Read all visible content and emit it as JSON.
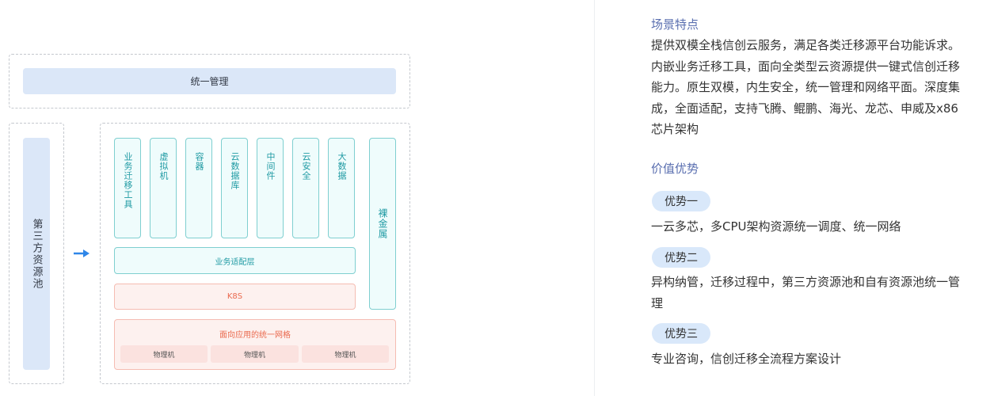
{
  "diagram": {
    "top_bar": "统一管理",
    "left_pool": "第三方资源池",
    "modules": [
      "业务迁移工具",
      "虚拟机",
      "容器",
      "云数据库",
      "中间件",
      "云安全",
      "大数据"
    ],
    "bare_metal": "裸金属",
    "adapter_layer": "业务适配层",
    "k8s": "K8S",
    "network": "面向应用的统一网格",
    "physical": [
      "物理机",
      "物理机",
      "物理机"
    ],
    "colors": {
      "blue_bar": "#dbe7f8",
      "teal": "#1f9aa3",
      "salmon": "#ea6a4f",
      "arrow": "#2f86e8"
    }
  },
  "features": {
    "title": "场景特点",
    "text": "提供双模全栈信创云服务，满足各类迁移源平台功能诉求。内嵌业务迁移工具，面向全类型云资源提供一键式信创迁移能力。原生双模，内生安全，统一管理和网络平面。深度集成，全面适配，支持飞腾、鲲鹏、海光、龙芯、申威及x86芯片架构"
  },
  "value": {
    "title": "价值优势",
    "items": [
      {
        "tag": "优势一",
        "text": "一云多芯，多CPU架构资源统一调度、统一网络"
      },
      {
        "tag": "优势二",
        "text": "异构纳管，迁移过程中，第三方资源池和自有资源池统一管理"
      },
      {
        "tag": "优势三",
        "text": "专业咨询，信创迁移全流程方案设计"
      }
    ]
  }
}
